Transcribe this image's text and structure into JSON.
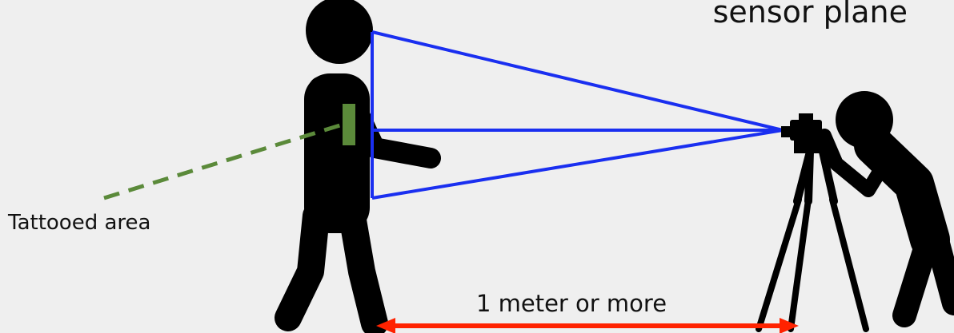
{
  "labels": {
    "sensor_plane": "sensor plane",
    "tattooed_area": "Tattooed area",
    "distance": "1 meter or more"
  },
  "colors": {
    "background": "#efefef",
    "figure": "#000000",
    "field_of_view": "#1a2ff0",
    "tattoo": "#5b8a3a",
    "distance_arrow": "#ff2200",
    "text": "#111111"
  },
  "icons": [
    "standing-person-icon",
    "photographer-icon",
    "tripod-camera-icon"
  ]
}
